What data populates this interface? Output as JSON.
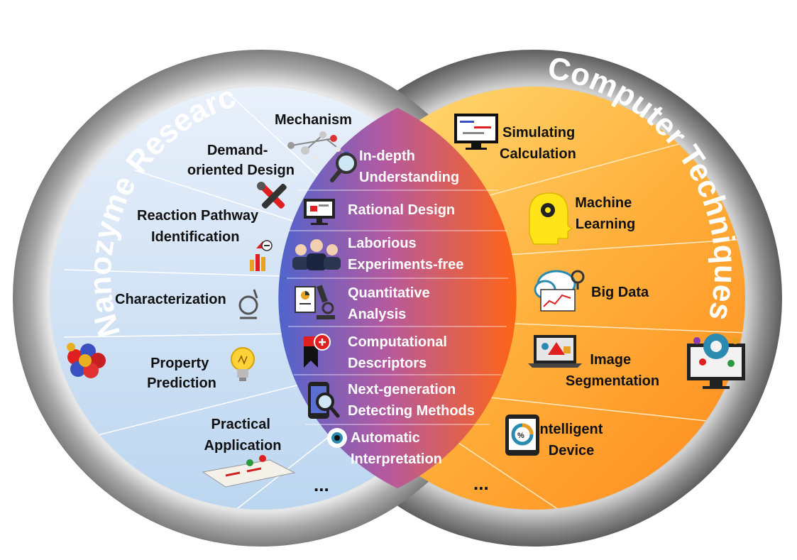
{
  "left_circle": {
    "title": "Nanozyme Research",
    "items": [
      {
        "lines": [
          "Mechanism"
        ]
      },
      {
        "lines": [
          "Demand-",
          "oriented Design"
        ]
      },
      {
        "lines": [
          "Reaction Pathway",
          "Identification"
        ]
      },
      {
        "lines": [
          "Characterization"
        ]
      },
      {
        "lines": [
          "Property",
          "Prediction"
        ]
      },
      {
        "lines": [
          "Practical",
          "Application"
        ]
      }
    ],
    "more": "...",
    "icons": [
      "molecule-icon",
      "tools-icon",
      "chart-arrow-icon",
      "microscope-stage-icon",
      "lightbulb-icon",
      "test-strip-icon",
      "nanoparticle-cluster-icon"
    ]
  },
  "right_circle": {
    "title": "Computer Techniques",
    "items": [
      {
        "lines": [
          "Simulating",
          "Calculation"
        ]
      },
      {
        "lines": [
          "Machine",
          "Learning"
        ]
      },
      {
        "lines": [
          "Big Data"
        ]
      },
      {
        "lines": [
          "Image",
          "Segmentation"
        ]
      },
      {
        "lines": [
          "Intelligent",
          "Device"
        ]
      }
    ],
    "more": "...",
    "icons": [
      "monitor-chart-icon",
      "head-gear-icon",
      "cloud-data-icon",
      "laptop-shapes-icon",
      "tablet-percent-icon",
      "monitor-gear-icon"
    ]
  },
  "overlap": {
    "items": [
      {
        "lines": [
          "In-depth",
          "Understanding"
        ]
      },
      {
        "lines": [
          "Rational Design"
        ]
      },
      {
        "lines": [
          "Laborious",
          "Experiments-free"
        ]
      },
      {
        "lines": [
          "Quantitative",
          "Analysis"
        ]
      },
      {
        "lines": [
          "Computational",
          "Descriptors"
        ]
      },
      {
        "lines": [
          "Next-generation",
          "Detecting Methods"
        ]
      },
      {
        "lines": [
          "Automatic",
          "Interpretation"
        ]
      }
    ],
    "icons": [
      "magnifier-icon",
      "monitor-icon",
      "people-icon",
      "report-microscope-icon",
      "bookmark-plus-icon",
      "phone-magnifier-icon",
      "eye-icon"
    ]
  },
  "colors": {
    "ring": "#8c8c8c",
    "left_fill": "#cfe2f5",
    "right_fill": "#ffa530",
    "overlap_left": "#5b6fd0",
    "overlap_right": "#ff6a1a"
  }
}
